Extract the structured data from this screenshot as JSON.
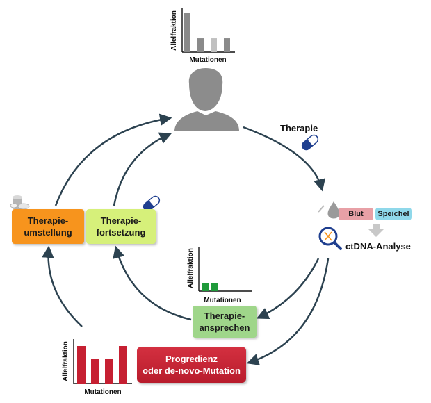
{
  "charts": {
    "top": {
      "xlabel": "Mutationen",
      "ylabel": "Allelfraktion",
      "values": [
        1.0,
        0.35,
        0.35,
        0.35
      ],
      "colors": [
        "#8a8a8a",
        "#8a8a8a",
        "#c0c0c0",
        "#8a8a8a"
      ]
    },
    "middle": {
      "xlabel": "Mutationen",
      "ylabel": "Allelfraktion",
      "values": [
        0.0,
        0.0,
        0.2,
        0.2
      ],
      "colors": [
        "#1f9a3a",
        "#1f9a3a",
        "#1f9a3a",
        "#1f9a3a"
      ]
    },
    "bottom": {
      "xlabel": "Mutationen",
      "ylabel": "Allelfraktion",
      "values": [
        1.0,
        0.65,
        0.65,
        1.0
      ],
      "colors": [
        "#c62032",
        "#c62032",
        "#c62032",
        "#c62032"
      ]
    }
  },
  "labels": {
    "therapie": "Therapie",
    "ctdna": "ctDNA-Analyse",
    "blut": "Blut",
    "speichel": "Speichel"
  },
  "boxes": {
    "umstellung": [
      "Therapie-",
      "umstellung"
    ],
    "fortsetzung": [
      "Therapie-",
      "fortsetzung"
    ],
    "ansprechen": [
      "Therapie-",
      "ansprechen"
    ],
    "progredienz": [
      "Progredienz",
      "oder de-novo-Mutation"
    ]
  },
  "colors": {
    "arrow": "#2c4250",
    "orange": "#f7941d",
    "lime": "#d6f07a",
    "green": "#9fd68a",
    "red": "#c62032",
    "capsule_blue": "#1f3f8f"
  },
  "icons": [
    "person-icon",
    "capsule-icon",
    "pills-icon",
    "magnifier-dna-icon",
    "blood-drop-icon",
    "down-arrow-icon"
  ]
}
